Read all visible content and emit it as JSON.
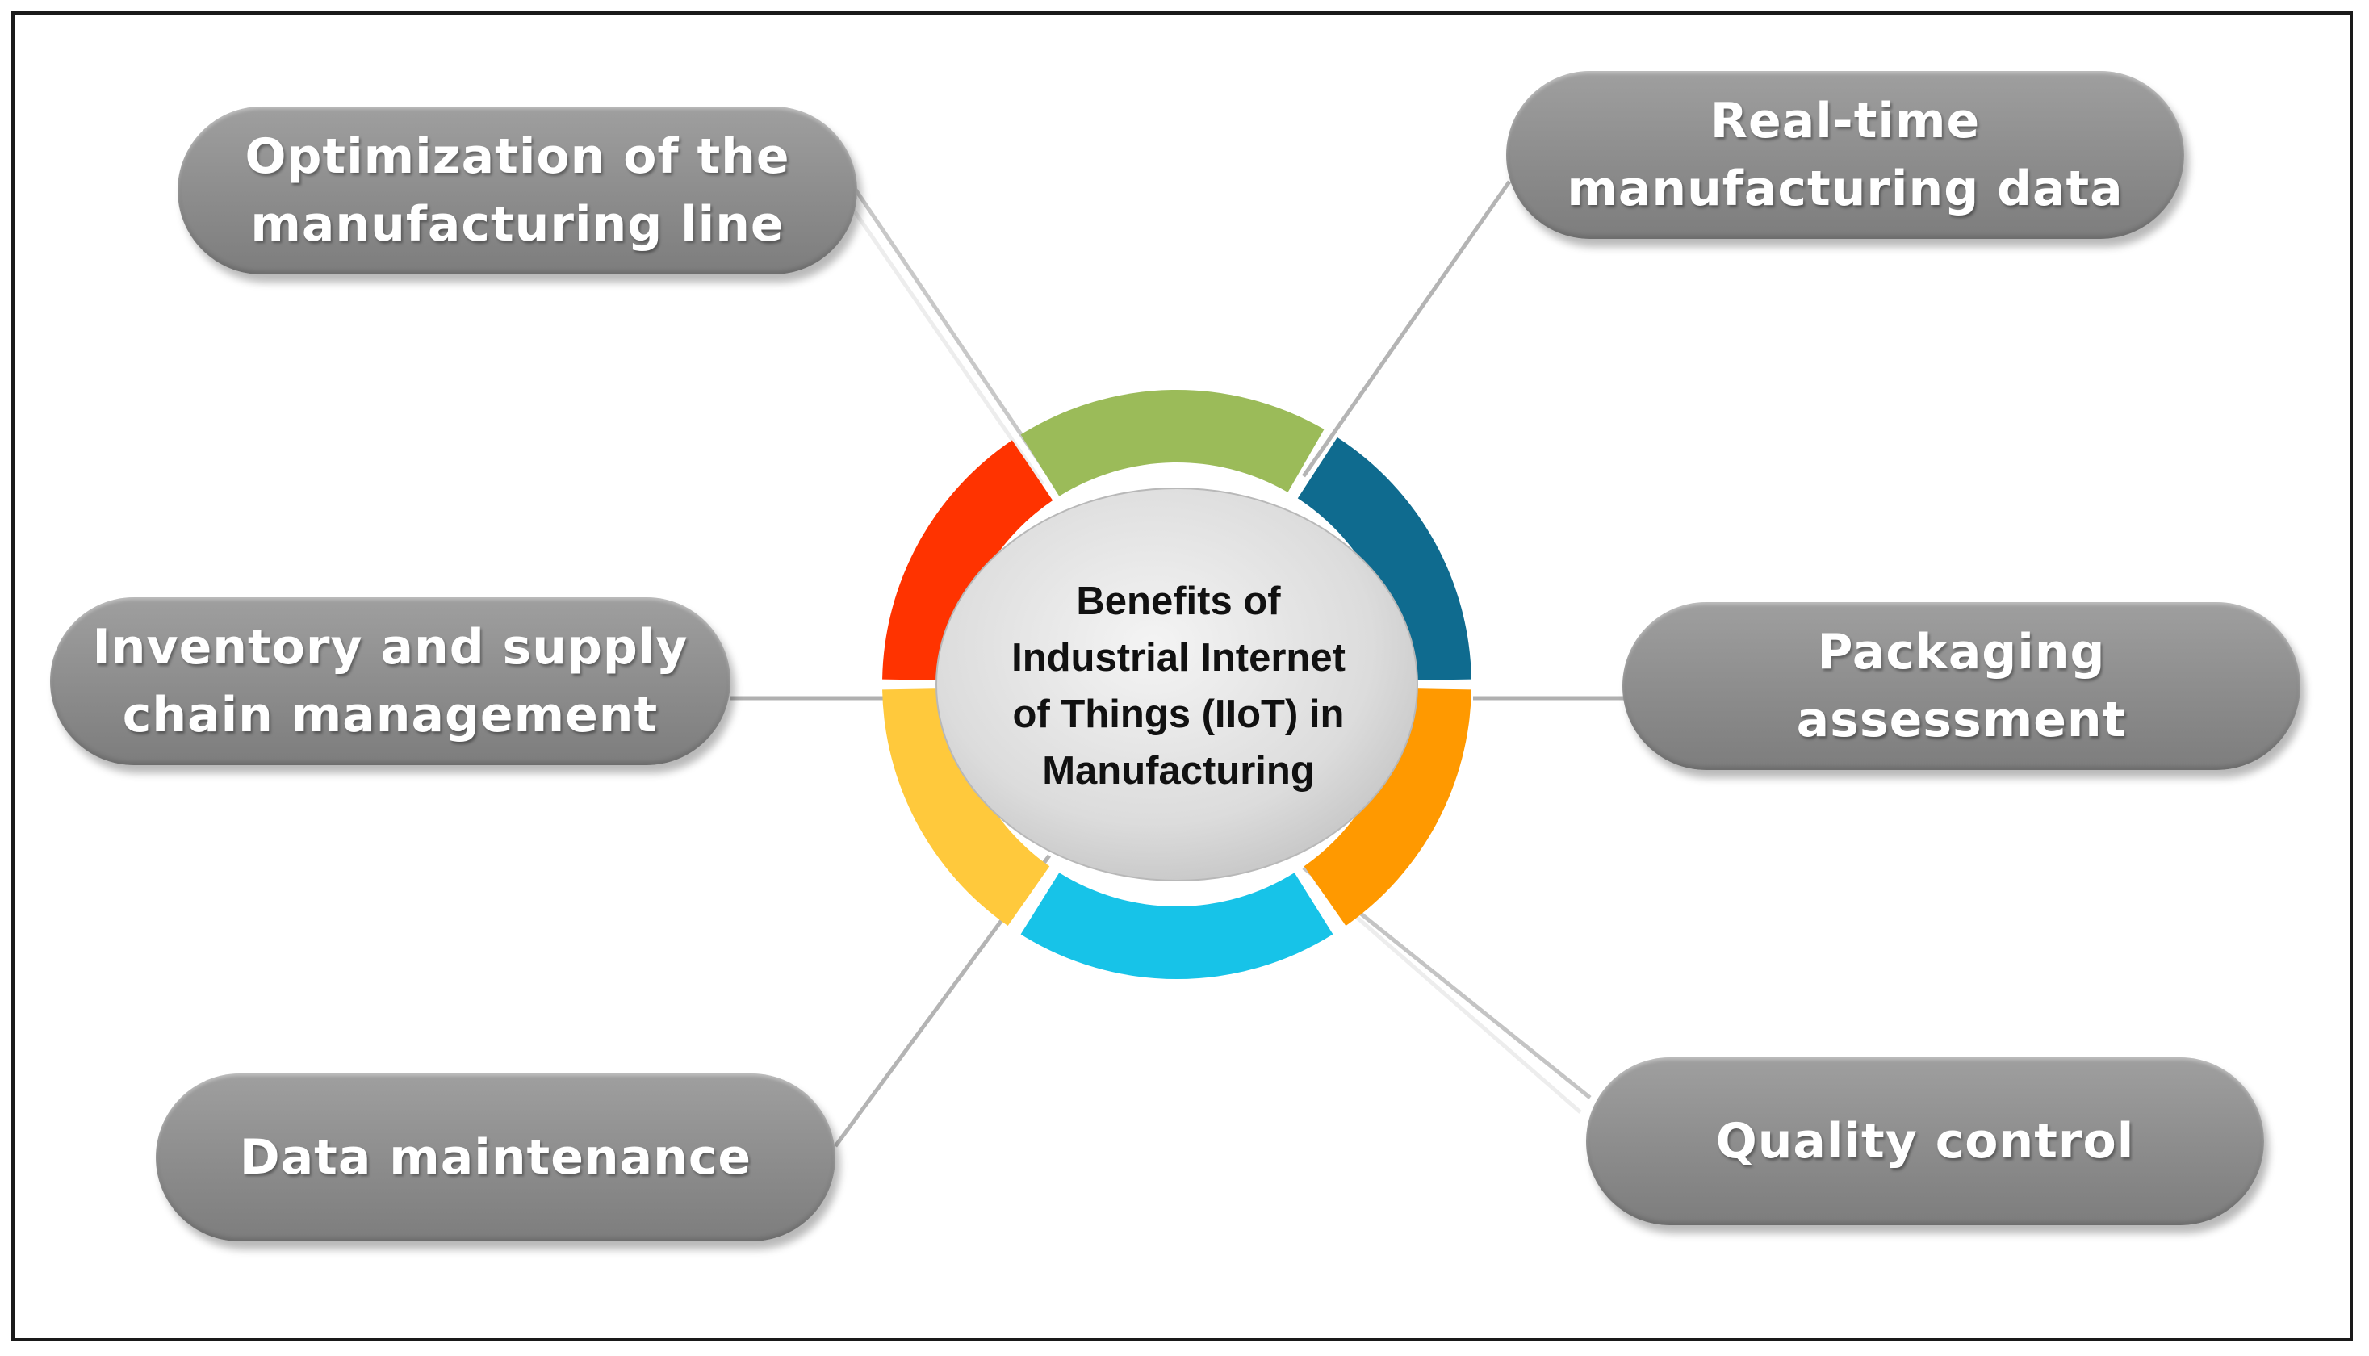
{
  "hub": {
    "lines": [
      "Benefits of",
      "Industrial Internet",
      "of Things (IIoT) in",
      "Manufacturing"
    ]
  },
  "ring_colors": {
    "green": "#9bbb59",
    "blue": "#0f6b8f",
    "orange": "#ff9900",
    "cyan": "#17c3e8",
    "yellow": "#ffc93c",
    "red": "#ff3300"
  },
  "pill_color": "#8f8f8f",
  "benefits": {
    "optimization": {
      "line1": "Optimization of the",
      "line2": "manufacturing line"
    },
    "realtime": {
      "line1": "Real-time",
      "line2": "manufacturing data"
    },
    "inventory": {
      "line1": "Inventory and supply",
      "line2": "chain management"
    },
    "packaging": {
      "line1": "Packaging assessment"
    },
    "maintenance": {
      "line1": "Data maintenance"
    },
    "quality": {
      "line1": "Quality control"
    }
  }
}
